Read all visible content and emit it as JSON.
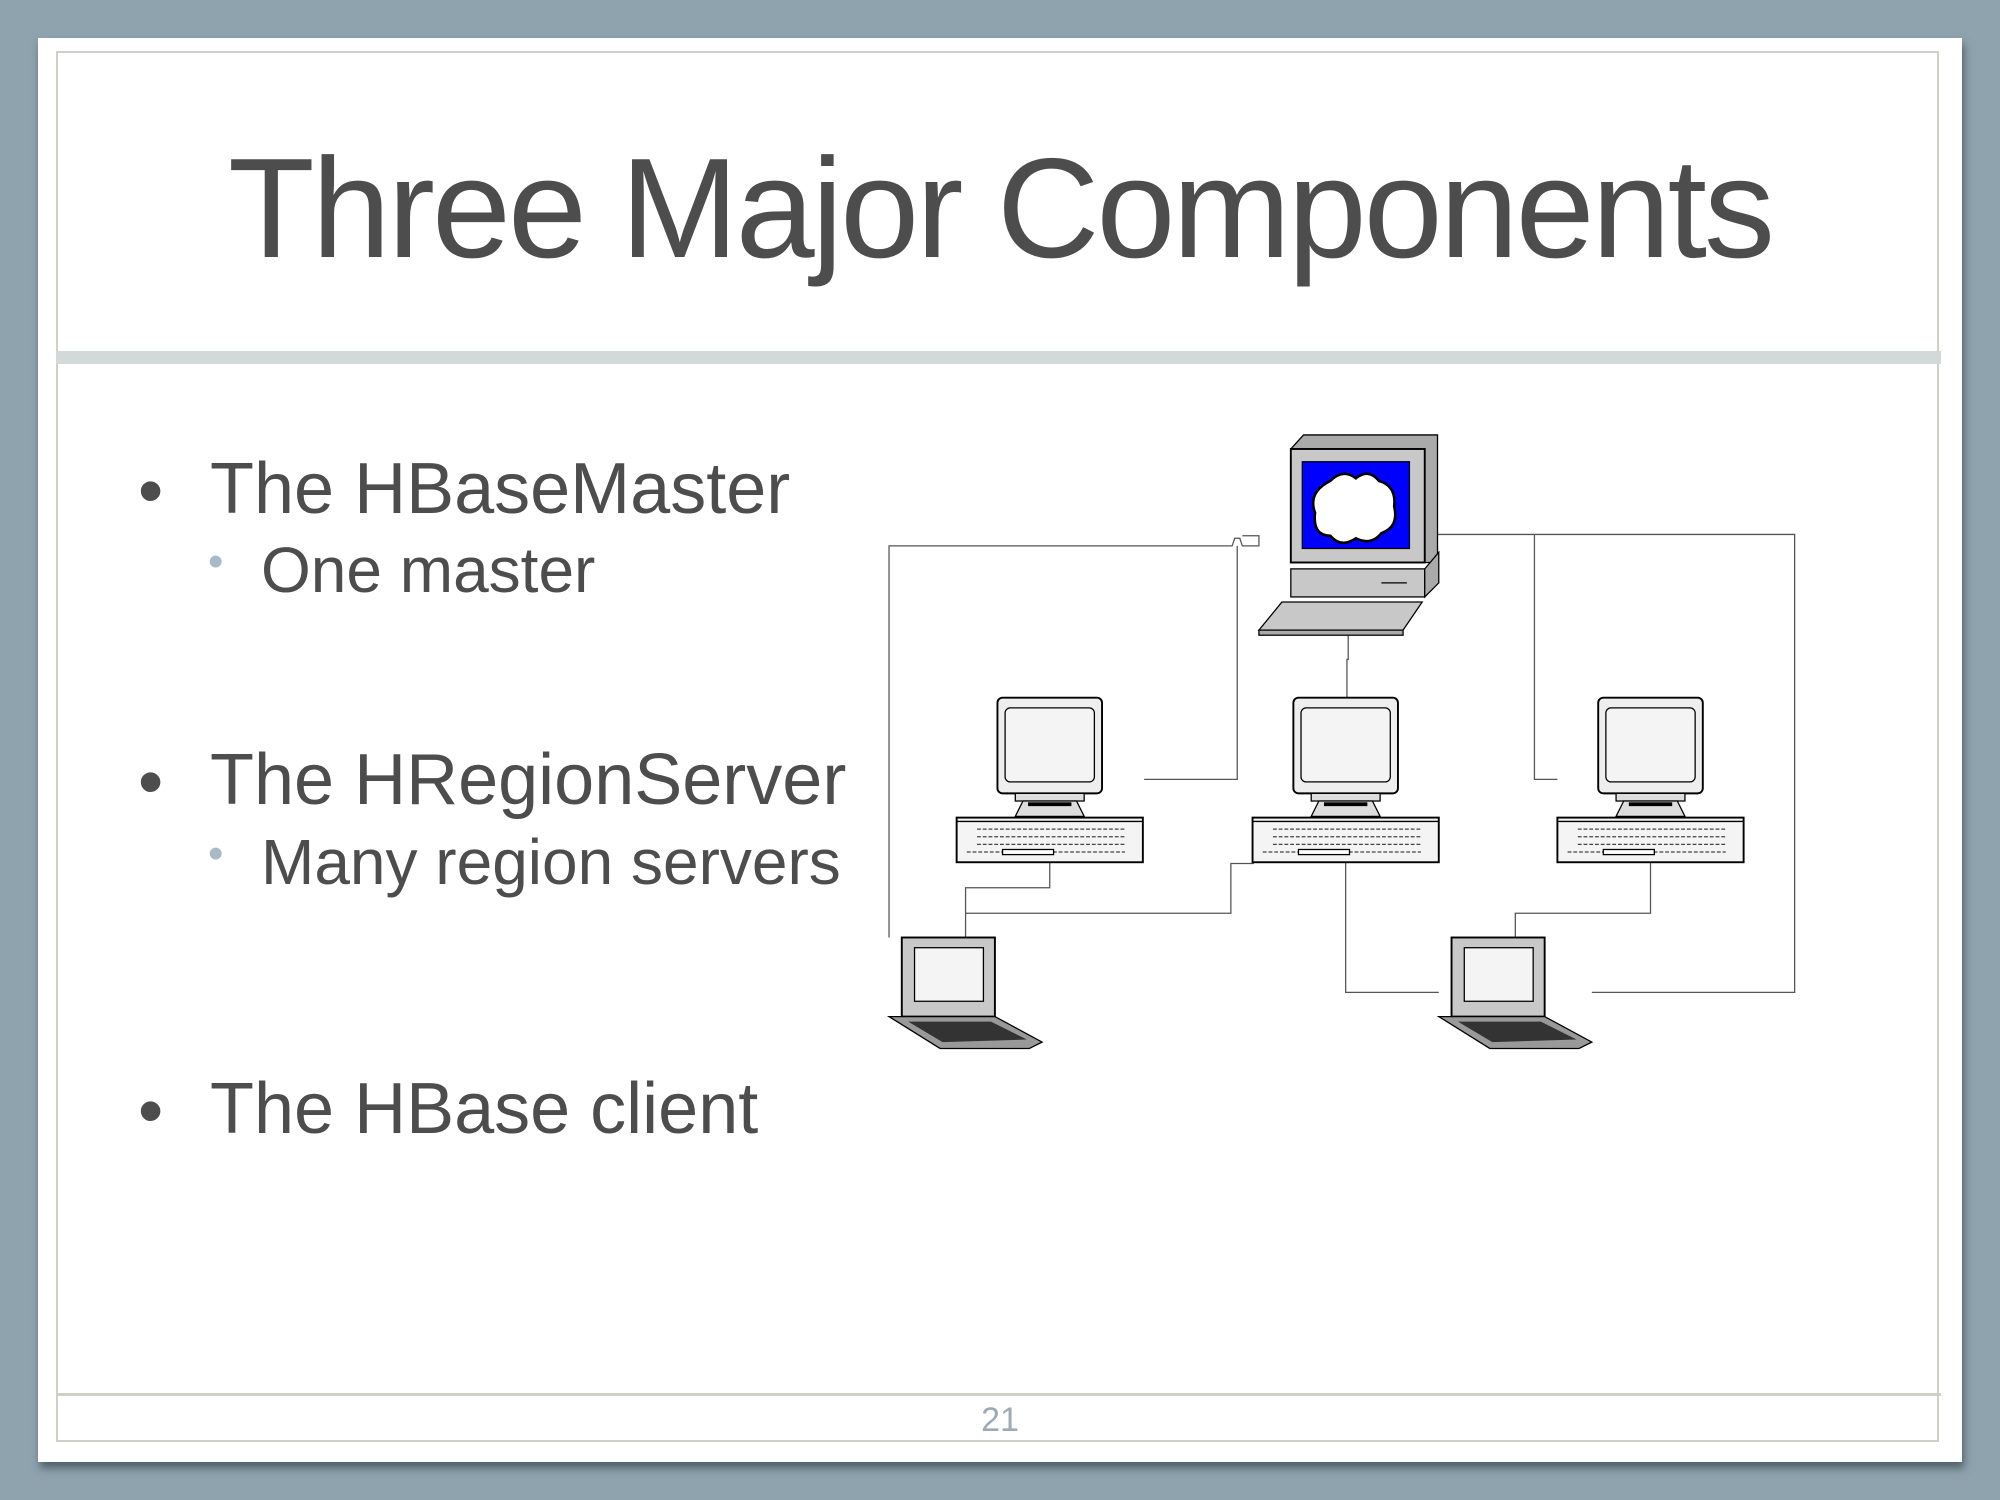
{
  "slide": {
    "title": "Three Major Components",
    "bullets": [
      {
        "text": "The HBaseMaster",
        "sub": "One master"
      },
      {
        "text": "The HRegionServer",
        "sub": "Many region servers"
      },
      {
        "text": "The HBase client"
      }
    ],
    "bullet_glyph": "•",
    "page_number": "21"
  },
  "colors": {
    "screen": "#0000ff",
    "body": "#c8c8c8",
    "text": "#4d4d4d"
  }
}
